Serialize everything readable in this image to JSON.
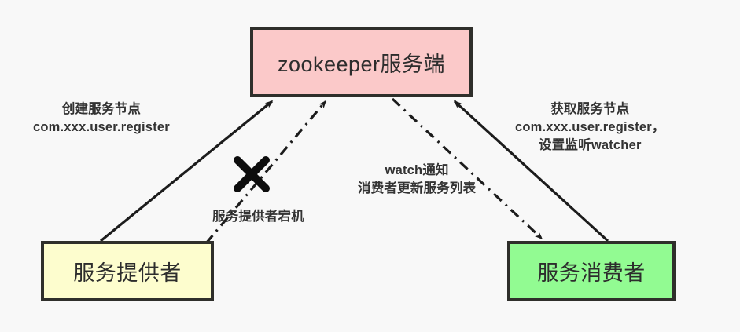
{
  "diagram": {
    "title": "zookeeper service registry and discovery diagram",
    "background_color": "#f8f8f8",
    "nodes": [
      {
        "id": "zookeeper",
        "label": "zookeeper服务端",
        "fill": "#fbc9c9",
        "stroke": "#2f2f2b"
      },
      {
        "id": "provider",
        "label": "服务提供者",
        "fill": "#fdfdce",
        "stroke": "#2f2f2b"
      },
      {
        "id": "consumer",
        "label": "服务消费者",
        "fill": "#92fb92",
        "stroke": "#2f2f2b"
      }
    ],
    "edge_labels": {
      "register": {
        "line1": "创建服务节点",
        "line2": "com.xxx.user.register"
      },
      "discover": {
        "line1": "获取服务节点",
        "line2": "com.xxx.user.register，",
        "line3": "设置监听watcher"
      },
      "watch_notify": {
        "line1": "watch通知",
        "line2": "消费者更新服务列表"
      },
      "crash": {
        "line1": "服务提供者宕机"
      }
    },
    "markers": {
      "cross": "x-mark-icon"
    },
    "line_color": "#1c1c1c"
  }
}
